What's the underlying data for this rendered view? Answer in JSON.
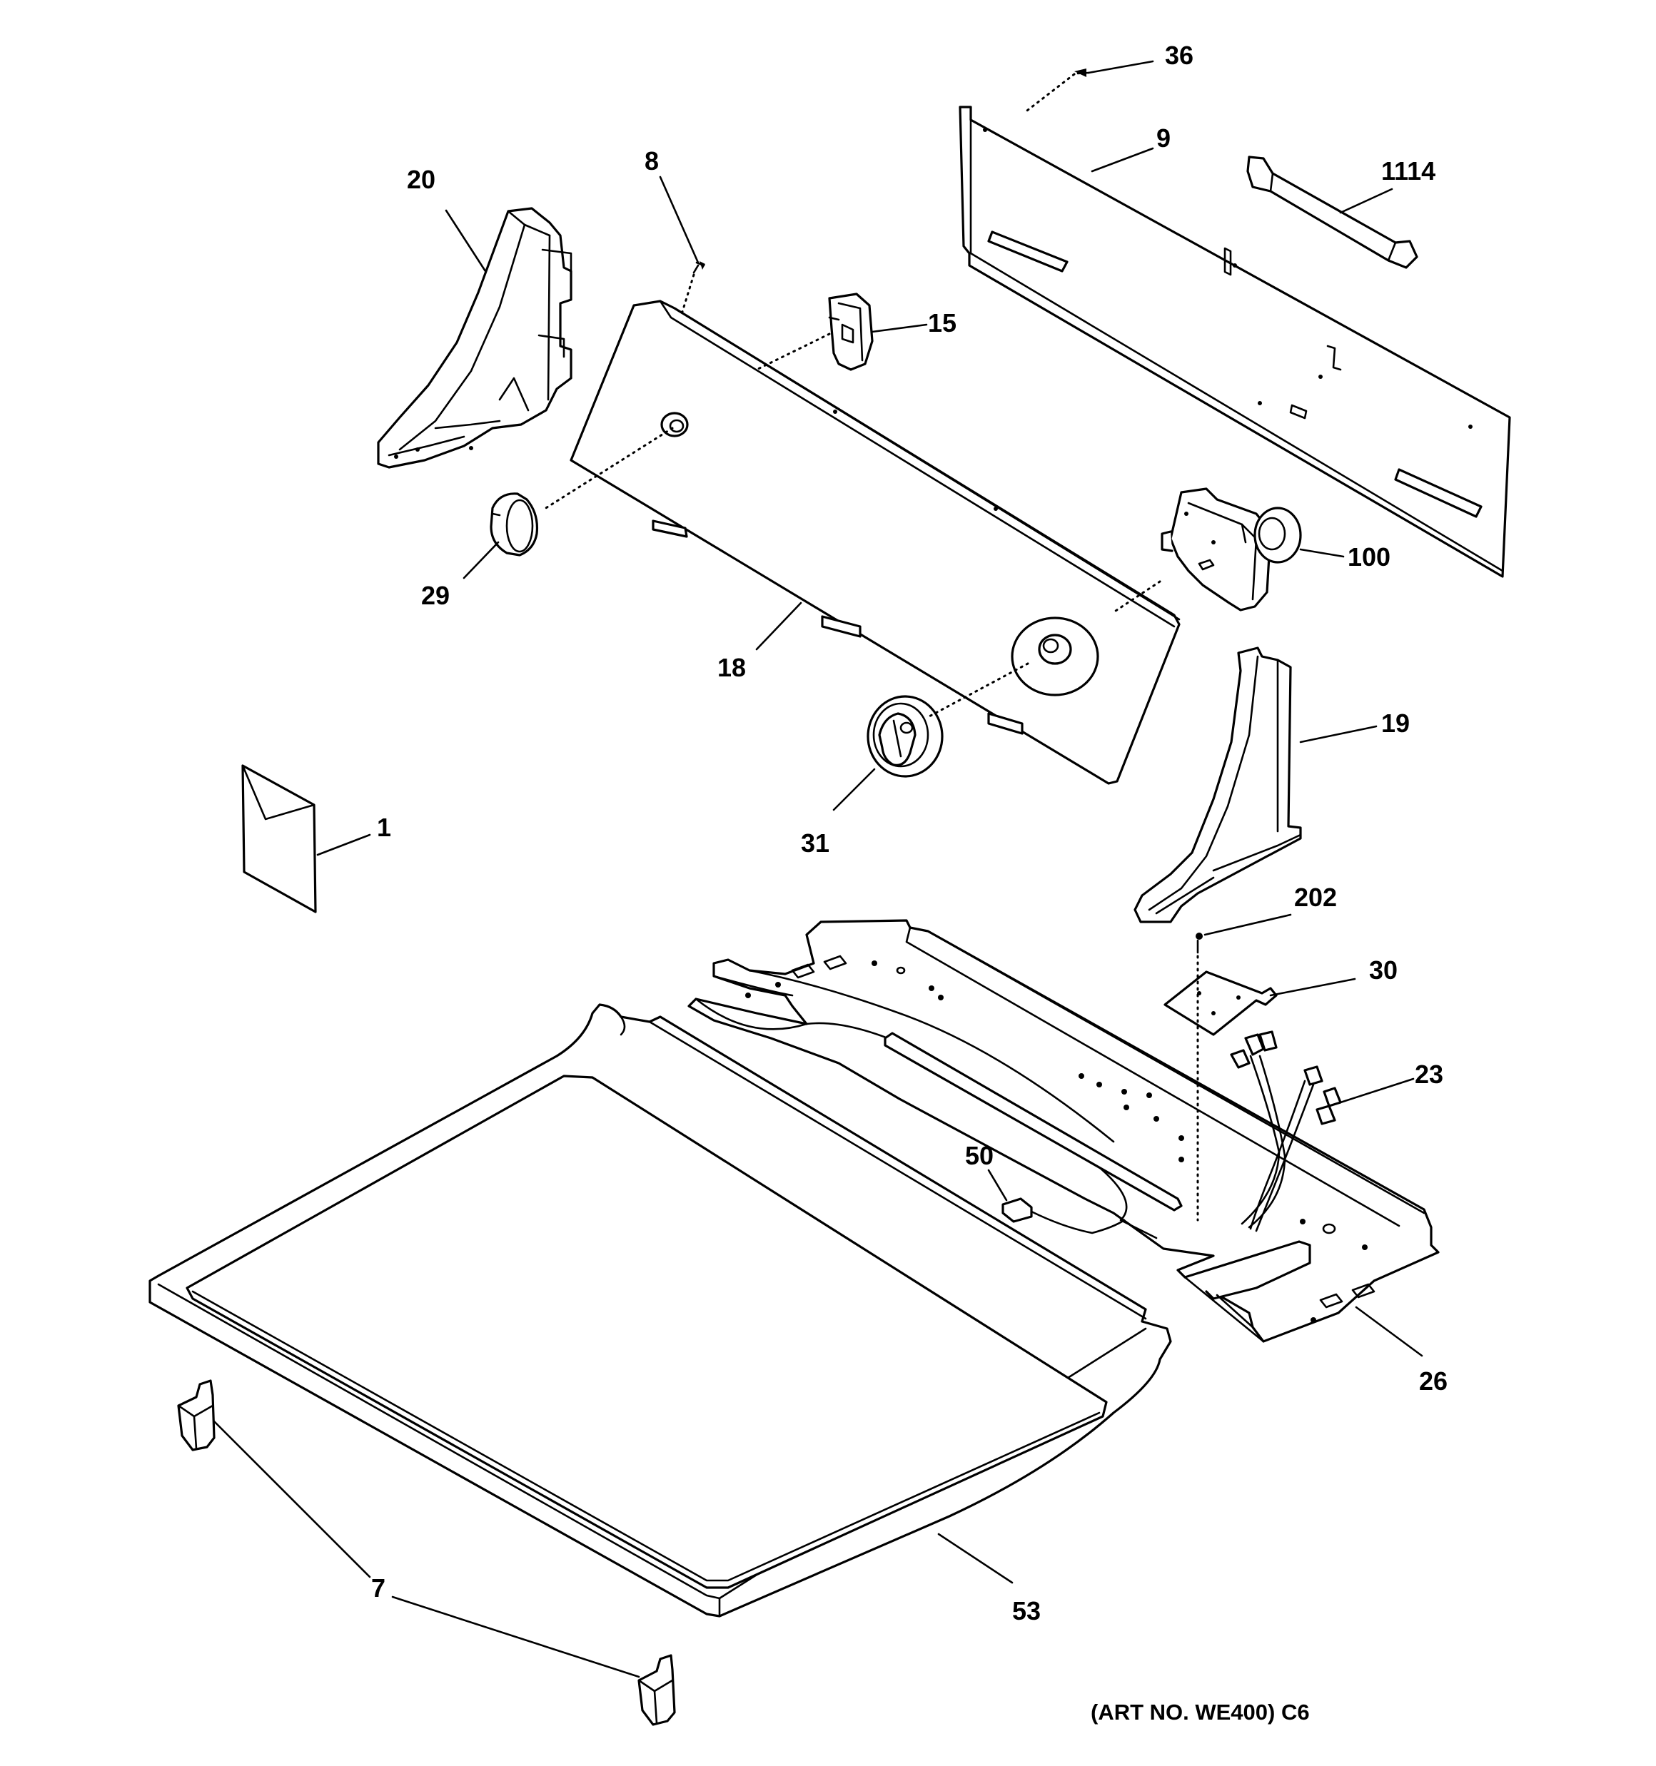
{
  "callouts": {
    "c36": "36",
    "c9": "9",
    "c1114": "1114",
    "c20": "20",
    "c8": "8",
    "c15": "15",
    "c100": "100",
    "c29": "29",
    "c18": "18",
    "c19": "19",
    "c1": "1",
    "c31": "31",
    "c202": "202",
    "c30": "30",
    "c23": "23",
    "c50": "50",
    "c26": "26",
    "c7": "7",
    "c53": "53"
  },
  "art_number": "(ART NO. WE400) C6"
}
